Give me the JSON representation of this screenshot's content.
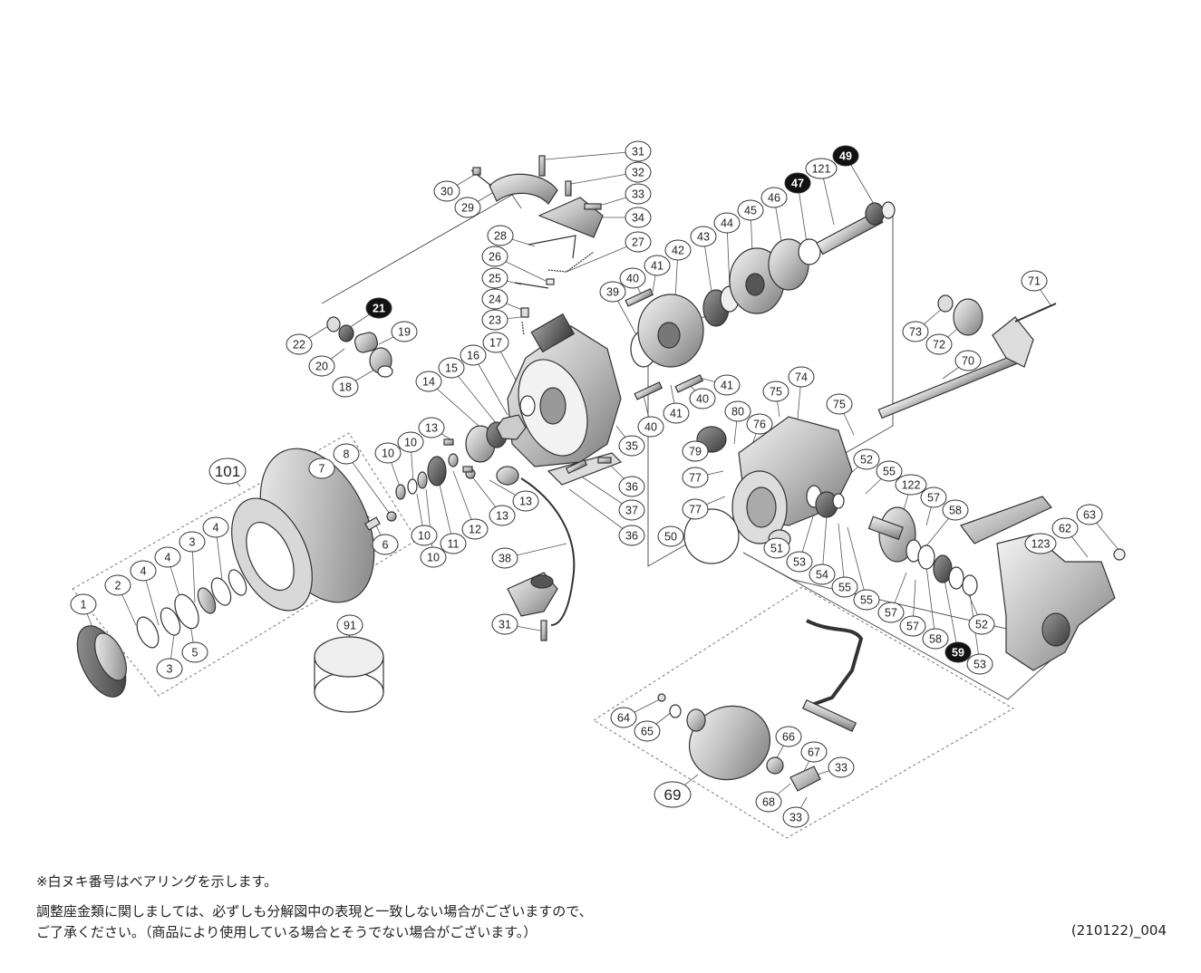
{
  "notes": {
    "bearing_note": "※白ヌキ番号はベアリングを示します。",
    "shim_note_1": "調整座金類に関しましては、必ずしも分解図中の表現と一致しない場合がございますので、",
    "shim_note_2": "ご了承ください。（商品により使用している場合とそうでない場合がございます。）",
    "drawing_code": "(210122)_004"
  },
  "colors": {
    "line": "#333333",
    "filled_label": "#111111",
    "bearing_label_text": "#ffffff"
  },
  "parts": [
    {
      "id": "p1",
      "label": "1"
    },
    {
      "id": "p2",
      "label": "2"
    },
    {
      "id": "p3a",
      "label": "3"
    },
    {
      "id": "p3b",
      "label": "3"
    },
    {
      "id": "p4a",
      "label": "4"
    },
    {
      "id": "p4b",
      "label": "4"
    },
    {
      "id": "p4c",
      "label": "4"
    },
    {
      "id": "p5",
      "label": "5"
    },
    {
      "id": "p6",
      "label": "6"
    },
    {
      "id": "p7",
      "label": "7"
    },
    {
      "id": "p8",
      "label": "8"
    },
    {
      "id": "p10a",
      "label": "10"
    },
    {
      "id": "p10b",
      "label": "10"
    },
    {
      "id": "p10c",
      "label": "10"
    },
    {
      "id": "p10d",
      "label": "10"
    },
    {
      "id": "p11",
      "label": "11"
    },
    {
      "id": "p12",
      "label": "12"
    },
    {
      "id": "p13a",
      "label": "13"
    },
    {
      "id": "p13b",
      "label": "13"
    },
    {
      "id": "p13c",
      "label": "13"
    },
    {
      "id": "p14",
      "label": "14"
    },
    {
      "id": "p15",
      "label": "15"
    },
    {
      "id": "p16",
      "label": "16"
    },
    {
      "id": "p17",
      "label": "17"
    },
    {
      "id": "p18",
      "label": "18"
    },
    {
      "id": "p19",
      "label": "19"
    },
    {
      "id": "p20",
      "label": "20"
    },
    {
      "id": "p21",
      "label": "21",
      "bearing": true
    },
    {
      "id": "p22",
      "label": "22"
    },
    {
      "id": "p23",
      "label": "23"
    },
    {
      "id": "p24",
      "label": "24"
    },
    {
      "id": "p25",
      "label": "25"
    },
    {
      "id": "p26",
      "label": "26"
    },
    {
      "id": "p27",
      "label": "27"
    },
    {
      "id": "p28",
      "label": "28"
    },
    {
      "id": "p29",
      "label": "29"
    },
    {
      "id": "p30",
      "label": "30"
    },
    {
      "id": "p31a",
      "label": "31"
    },
    {
      "id": "p31b",
      "label": "31"
    },
    {
      "id": "p32",
      "label": "32"
    },
    {
      "id": "p33a",
      "label": "33"
    },
    {
      "id": "p33b",
      "label": "33"
    },
    {
      "id": "p33c",
      "label": "33"
    },
    {
      "id": "p34",
      "label": "34"
    },
    {
      "id": "p35",
      "label": "35"
    },
    {
      "id": "p36a",
      "label": "36"
    },
    {
      "id": "p36b",
      "label": "36"
    },
    {
      "id": "p37",
      "label": "37"
    },
    {
      "id": "p38",
      "label": "38"
    },
    {
      "id": "p39",
      "label": "39"
    },
    {
      "id": "p40a",
      "label": "40"
    },
    {
      "id": "p40b",
      "label": "40"
    },
    {
      "id": "p40c",
      "label": "40"
    },
    {
      "id": "p41a",
      "label": "41"
    },
    {
      "id": "p41b",
      "label": "41"
    },
    {
      "id": "p41c",
      "label": "41"
    },
    {
      "id": "p42",
      "label": "42"
    },
    {
      "id": "p43",
      "label": "43"
    },
    {
      "id": "p44",
      "label": "44"
    },
    {
      "id": "p45",
      "label": "45"
    },
    {
      "id": "p46",
      "label": "46"
    },
    {
      "id": "p47",
      "label": "47",
      "bearing": true
    },
    {
      "id": "p49",
      "label": "49",
      "bearing": true
    },
    {
      "id": "p121",
      "label": "121"
    },
    {
      "id": "p50",
      "label": "50"
    },
    {
      "id": "p51",
      "label": "51"
    },
    {
      "id": "p52a",
      "label": "52"
    },
    {
      "id": "p52b",
      "label": "52"
    },
    {
      "id": "p53a",
      "label": "53"
    },
    {
      "id": "p53b",
      "label": "53"
    },
    {
      "id": "p54",
      "label": "54"
    },
    {
      "id": "p55a",
      "label": "55"
    },
    {
      "id": "p55b",
      "label": "55"
    },
    {
      "id": "p55c",
      "label": "55"
    },
    {
      "id": "p57a",
      "label": "57"
    },
    {
      "id": "p57b",
      "label": "57"
    },
    {
      "id": "p57c",
      "label": "57"
    },
    {
      "id": "p58a",
      "label": "58"
    },
    {
      "id": "p58b",
      "label": "58"
    },
    {
      "id": "p59",
      "label": "59",
      "bearing": true
    },
    {
      "id": "p62",
      "label": "62"
    },
    {
      "id": "p63",
      "label": "63"
    },
    {
      "id": "p64",
      "label": "64"
    },
    {
      "id": "p65",
      "label": "65"
    },
    {
      "id": "p66",
      "label": "66"
    },
    {
      "id": "p67",
      "label": "67"
    },
    {
      "id": "p68",
      "label": "68"
    },
    {
      "id": "p69",
      "label": "69",
      "group": true
    },
    {
      "id": "p70",
      "label": "70"
    },
    {
      "id": "p71",
      "label": "71"
    },
    {
      "id": "p72",
      "label": "72"
    },
    {
      "id": "p73",
      "label": "73"
    },
    {
      "id": "p74",
      "label": "74"
    },
    {
      "id": "p75a",
      "label": "75"
    },
    {
      "id": "p75b",
      "label": "75"
    },
    {
      "id": "p76",
      "label": "76"
    },
    {
      "id": "p77a",
      "label": "77"
    },
    {
      "id": "p77b",
      "label": "77"
    },
    {
      "id": "p79",
      "label": "79"
    },
    {
      "id": "p80",
      "label": "80"
    },
    {
      "id": "p91",
      "label": "91"
    },
    {
      "id": "p101",
      "label": "101",
      "group": true
    },
    {
      "id": "p122",
      "label": "122"
    },
    {
      "id": "p123",
      "label": "123"
    }
  ]
}
